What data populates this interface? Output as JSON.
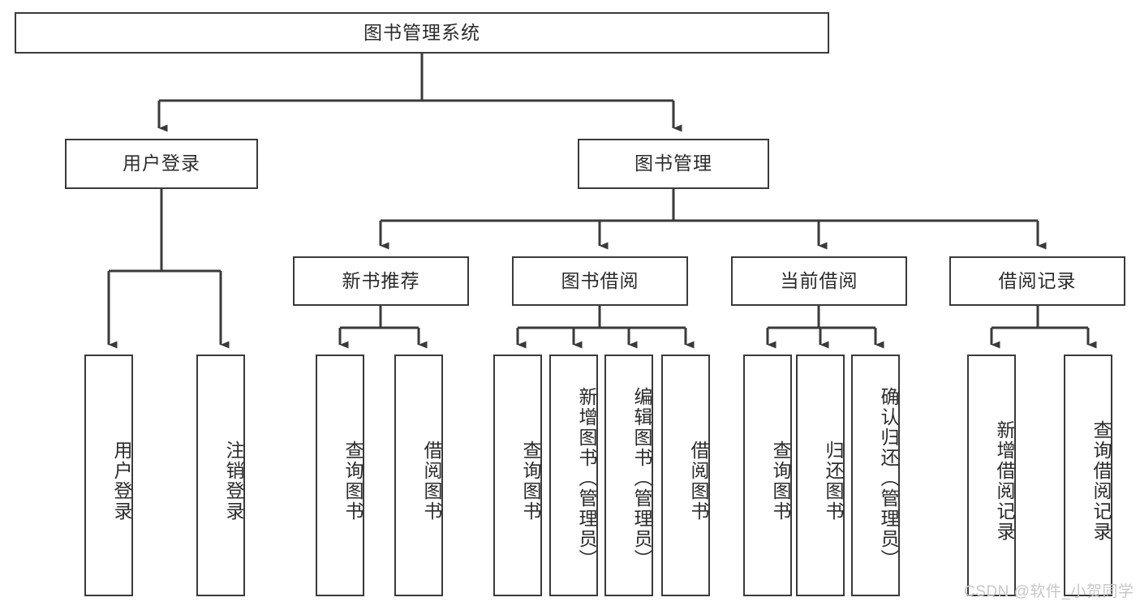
{
  "diagram": {
    "type": "tree-hierarchy-chart",
    "title": "图书管理系统",
    "root": {
      "id": "root",
      "label": "图书管理系统"
    },
    "level2": [
      {
        "id": "user-login",
        "label": "用户登录"
      },
      {
        "id": "book-management",
        "label": "图书管理"
      }
    ],
    "level3": [
      {
        "id": "new-book-recommend",
        "label": "新书推荐",
        "parent": "book-management"
      },
      {
        "id": "book-borrow",
        "label": "图书借阅",
        "parent": "book-management"
      },
      {
        "id": "current-borrow",
        "label": "当前借阅",
        "parent": "book-management"
      },
      {
        "id": "borrow-record",
        "label": "借阅记录",
        "parent": "book-management"
      }
    ],
    "leaves": [
      {
        "id": "leaf-user-login",
        "label": "用户登录",
        "parent": "user-login"
      },
      {
        "id": "leaf-logout-login",
        "label": "注销登录",
        "parent": "user-login"
      },
      {
        "id": "leaf-query-book-1",
        "label": "查询图书",
        "parent": "new-book-recommend"
      },
      {
        "id": "leaf-borrow-book-1",
        "label": "借阅图书",
        "parent": "new-book-recommend"
      },
      {
        "id": "leaf-query-book-2",
        "label": "查询图书",
        "parent": "book-borrow"
      },
      {
        "id": "leaf-add-book",
        "label": "新增图书（管理员）",
        "parent": "book-borrow"
      },
      {
        "id": "leaf-edit-book",
        "label": "编辑图书（管理员）",
        "parent": "book-borrow"
      },
      {
        "id": "leaf-borrow-book-2",
        "label": "借阅图书",
        "parent": "book-borrow"
      },
      {
        "id": "leaf-query-book-3",
        "label": "查询图书",
        "parent": "current-borrow"
      },
      {
        "id": "leaf-return-book",
        "label": "归还图书",
        "parent": "current-borrow"
      },
      {
        "id": "leaf-confirm-return",
        "label": "确认归还（管理员）",
        "parent": "current-borrow"
      },
      {
        "id": "leaf-add-record",
        "label": "新增借阅记录",
        "parent": "borrow-record"
      },
      {
        "id": "leaf-query-record",
        "label": "查询借阅记录",
        "parent": "borrow-record"
      }
    ],
    "watermark": "CSDN @软件_小贺同学",
    "colors": {
      "box_border": "#3a3a3a",
      "box_fill": "#ffffff",
      "text": "#2b2b2b",
      "connector": "#3a3a3a",
      "watermark": "#c7c7c7",
      "background": "#ffffff"
    }
  }
}
